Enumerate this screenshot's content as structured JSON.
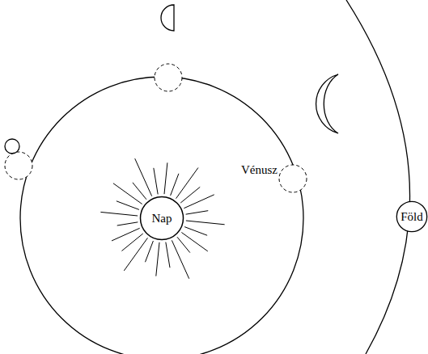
{
  "diagram": {
    "nodes": [
      {
        "text": [
          "Nap"
        ]
      },
      {
        "text": [
          "Föld"
        ]
      }
    ],
    "labels": [
      "Vénusz"
    ]
  }
}
